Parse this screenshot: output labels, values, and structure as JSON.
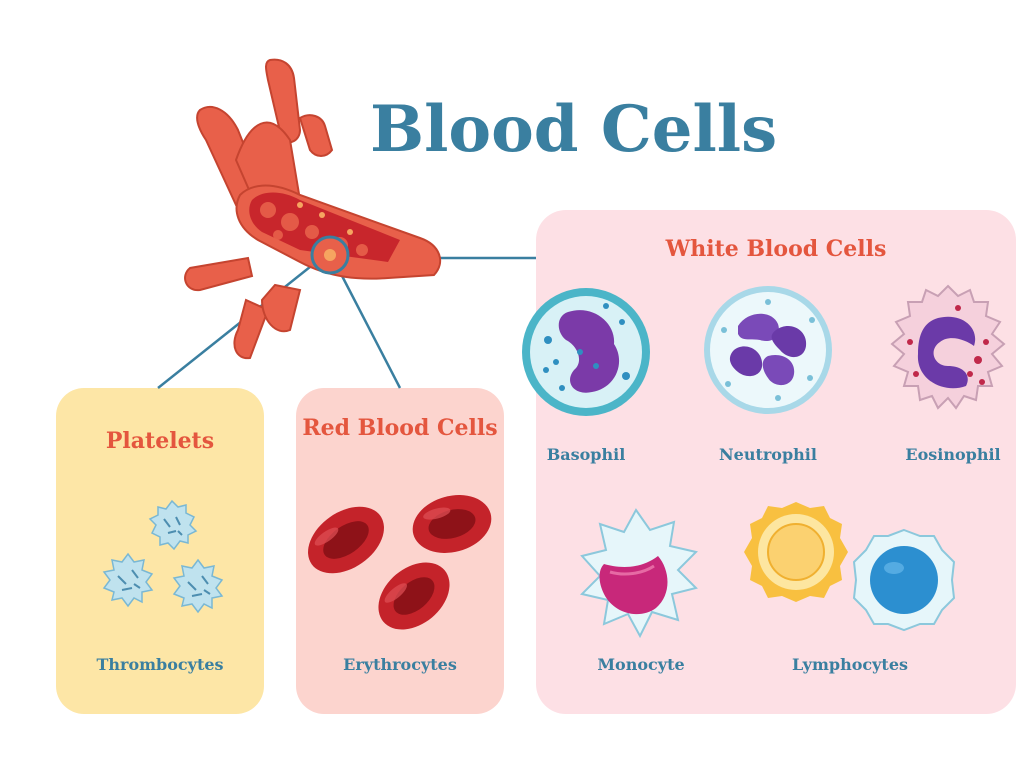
{
  "title": "Blood Cells",
  "groups": {
    "platelets": {
      "heading": "Platelets",
      "label": "Thrombocytes"
    },
    "red": {
      "heading": "Red Blood Cells",
      "label": "Erythrocytes"
    },
    "white": {
      "heading": "White Blood Cells",
      "cells": [
        {
          "label": "Basophil"
        },
        {
          "label": "Neutrophil"
        },
        {
          "label": "Eosinophil"
        },
        {
          "label": "Monocyte"
        },
        {
          "label": "Lymphocytes"
        }
      ]
    }
  },
  "colors": {
    "title": "#3a7fa0",
    "heading": "#e4563e",
    "label": "#3a7fa0",
    "platelets_panel": "#fde6a6",
    "red_panel": "#fcd4ce",
    "white_panel": "#fde0e5",
    "vessel": "#e8604a",
    "red_cell": "#c4232a",
    "nucleus": "#6b3aa8"
  },
  "icons": [
    "blood-vessel-icon",
    "platelet-icon",
    "red-blood-cell-icon",
    "basophil-icon",
    "neutrophil-icon",
    "eosinophil-icon",
    "monocyte-icon",
    "lymphocyte-icon"
  ]
}
